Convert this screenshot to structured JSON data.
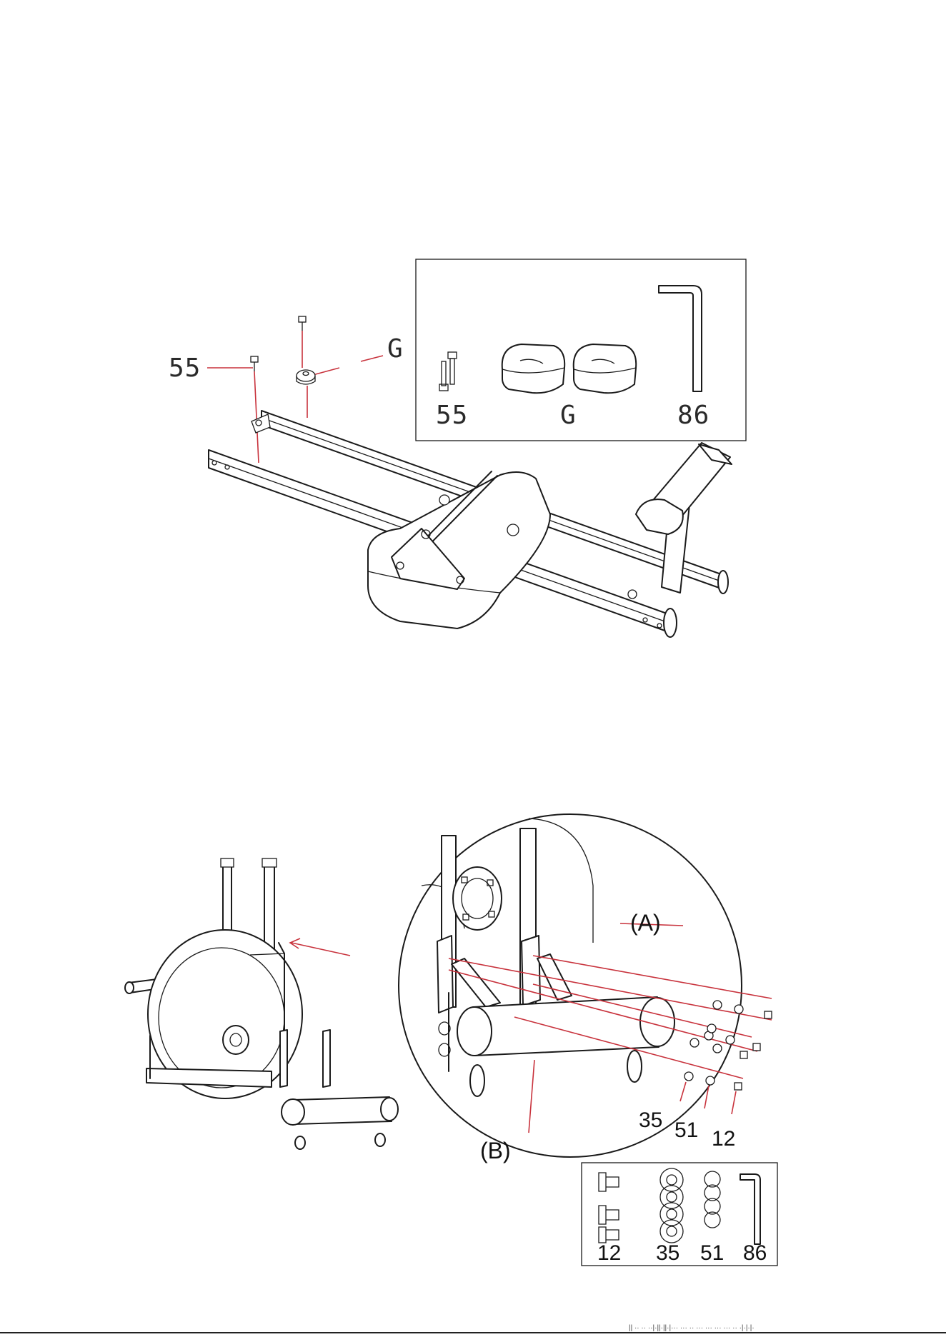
{
  "step1": {
    "callouts": {
      "bolt": "55",
      "pad": "G"
    },
    "parts_box": {
      "items": [
        "55",
        "G",
        "86"
      ]
    }
  },
  "step2": {
    "callouts": {
      "a": "(A)",
      "b": "(B)",
      "washer_large": "35",
      "washer_spring": "51",
      "bolt": "12"
    },
    "parts_box": {
      "items": [
        "12",
        "35",
        "51",
        "86"
      ]
    }
  },
  "footer": {
    "text": "|| ·· ·· ··|·||·||·|··· ··· ·· ··· ··· ··· ··· ·· ·|·|·|·"
  }
}
